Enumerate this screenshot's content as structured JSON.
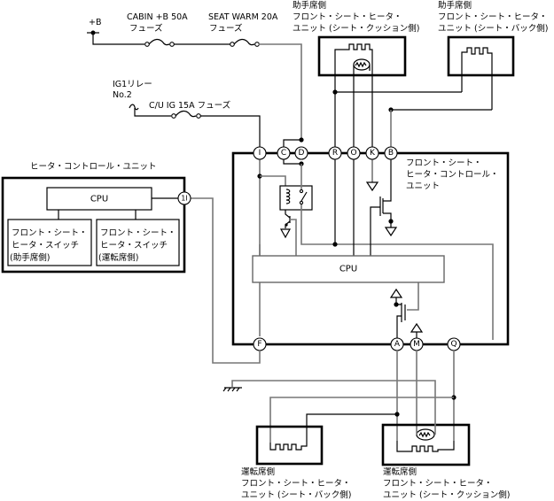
{
  "diagram": {
    "title": "Front Seat Heater Wiring Diagram",
    "power": {
      "battery_label": "+B",
      "fuse1": [
        "CABIN +B 50A",
        "フューズ"
      ],
      "fuse2": [
        "SEAT WARM 20A",
        "フューズ"
      ],
      "relay_label": [
        "IG1リレー",
        "No.2"
      ],
      "fuse3": "C/U IG 15A フューズ"
    },
    "passenger_cushion_unit": [
      "助手席側",
      "フロント・シート・ヒータ・",
      "ユニット (シート・クッション側)"
    ],
    "passenger_back_unit": [
      "助手席側",
      "フロント・シート・ヒータ・",
      "ユニット (シート・バック側)"
    ],
    "driver_back_unit": [
      "運転席側",
      "フロント・シート・ヒータ・",
      "ユニット (シート・バック側)"
    ],
    "driver_cushion_unit": [
      "運転席側",
      "フロント・シート・ヒータ・",
      "ユニット (シート・クッション側)"
    ],
    "seat_heater_control_unit": {
      "label": [
        "フロント・シート・",
        "ヒータ・コントロール・",
        "ユニット"
      ],
      "cpu_label": "CPU",
      "top_pins": [
        "I",
        "C",
        "D",
        "R",
        "O",
        "K",
        "B"
      ],
      "bottom_pins": [
        "F",
        "A",
        "M",
        "Q"
      ]
    },
    "heater_control_unit": {
      "label": "ヒータ・コントロール・ユニット",
      "cpu_label": "CPU",
      "pin": "1I",
      "switch_passenger": [
        "フロント・シート・",
        "ヒータ・スイッチ",
        "(助手席側)"
      ],
      "switch_driver": [
        "フロント・シート・",
        "ヒータ・スイッチ",
        "(運転席側)"
      ]
    }
  }
}
